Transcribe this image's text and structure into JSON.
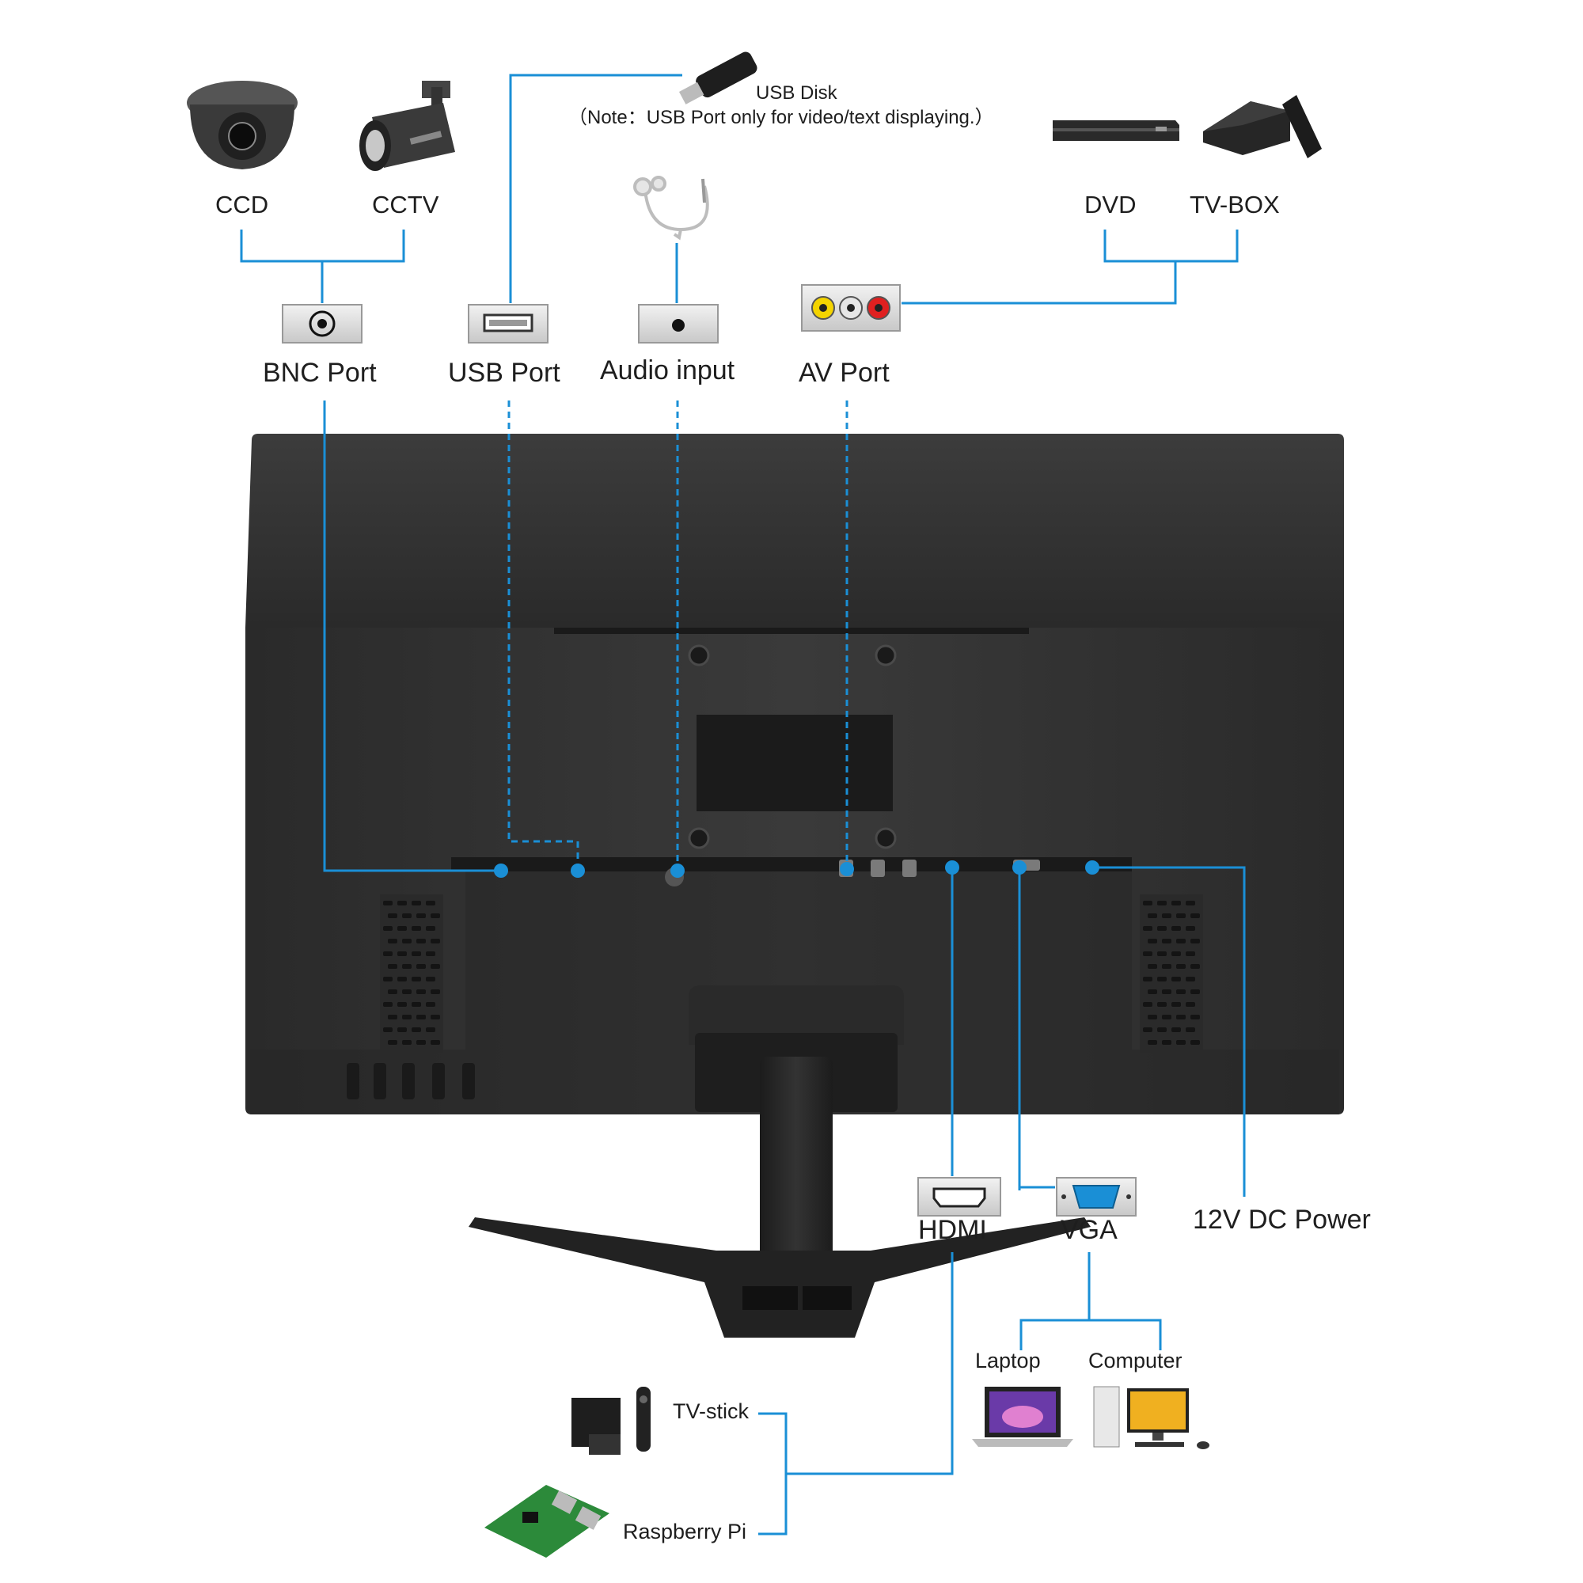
{
  "colors": {
    "connector": "#1a8fd6",
    "monitor_body": "#2f2f2f",
    "monitor_dark": "#1e1e1e",
    "port_box": "#d9d9d9",
    "label_text": "#1e1e1e"
  },
  "sources": {
    "ccd": "CCD",
    "cctv": "CCTV",
    "usb_disk": "USB Disk",
    "usb_note": "（Note：USB Port only for video/text displaying.）",
    "dvd": "DVD",
    "tv_box": "TV-BOX",
    "tv_stick": "TV-stick",
    "raspberry_pi": "Raspberry Pi",
    "laptop": "Laptop",
    "computer": "Computer"
  },
  "ports": {
    "bnc": "BNC Port",
    "usb": "USB Port",
    "audio": "Audio input",
    "av": "AV Port",
    "hdmi": "HDMI",
    "vga": "VGA",
    "power": "12V DC Power"
  },
  "icons": {
    "dome_camera": "dome-camera-icon",
    "bullet_camera": "bullet-camera-icon",
    "usb_stick": "usb-stick-icon",
    "earphones": "earphones-icon",
    "dvd_player": "dvd-player-icon",
    "tv_box": "tv-box-icon",
    "bnc_connector": "bnc-connector-icon",
    "usb_connector": "usb-connector-icon",
    "audio_jack": "audio-jack-icon",
    "rca_connector": "rca-connector-icon",
    "hdmi_connector": "hdmi-connector-icon",
    "vga_connector": "vga-connector-icon",
    "tv_stick": "tv-stick-icon",
    "raspberry_pi": "raspberry-pi-icon",
    "laptop": "laptop-icon",
    "desktop_computer": "desktop-computer-icon"
  }
}
